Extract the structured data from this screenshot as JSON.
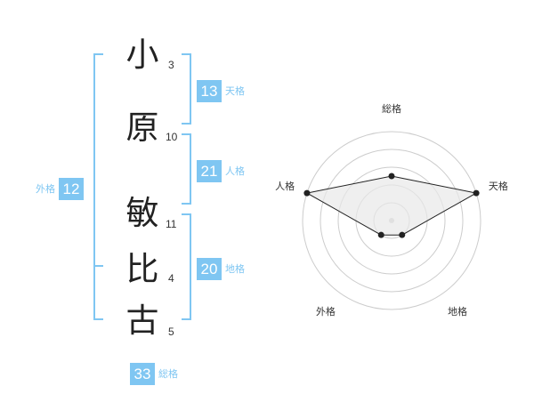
{
  "name": {
    "characters": [
      {
        "char": "小",
        "strokes": "3"
      },
      {
        "char": "原",
        "strokes": "10"
      },
      {
        "char": "敏",
        "strokes": "11"
      },
      {
        "char": "比",
        "strokes": "4"
      },
      {
        "char": "古",
        "strokes": "5"
      }
    ]
  },
  "fortunes": {
    "tenkaku": {
      "value": "13",
      "label": "天格"
    },
    "jinkaku": {
      "value": "21",
      "label": "人格"
    },
    "chikaku": {
      "value": "20",
      "label": "地格"
    },
    "gaikaku": {
      "value": "12",
      "label": "外格"
    },
    "soukaku": {
      "value": "33",
      "label": "総格"
    }
  },
  "radar": {
    "axes": [
      "総格",
      "天格",
      "地格",
      "外格",
      "人格"
    ],
    "levels": [
      0.5,
      1.0,
      0.2,
      0.2,
      1.0
    ],
    "colors": {
      "line": "#222222",
      "fill": "#e8e8e8",
      "grid": "#cccccc",
      "accent": "#7fc6f2"
    }
  }
}
